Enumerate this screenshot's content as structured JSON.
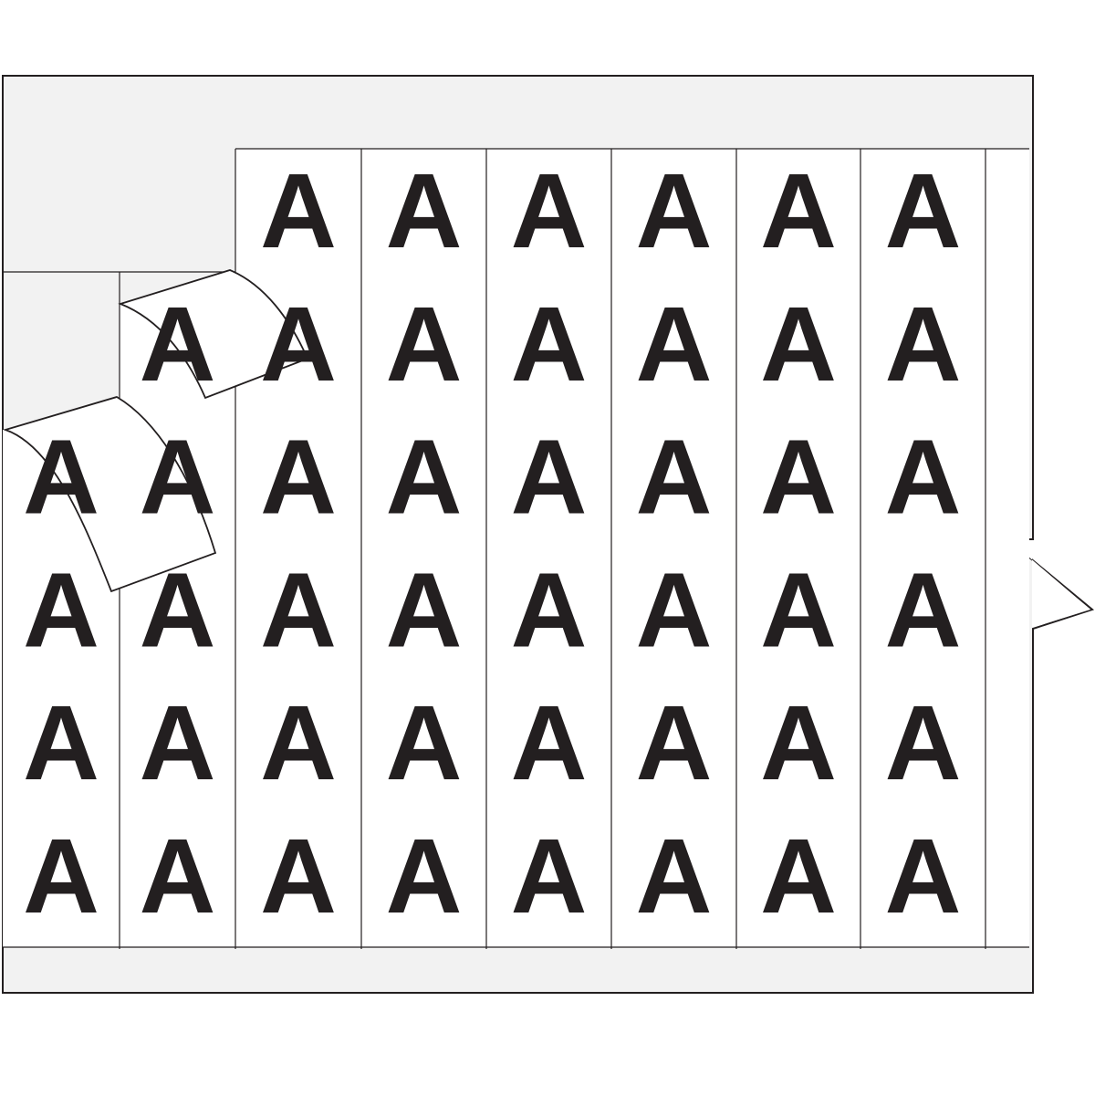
{
  "sheet": {
    "backing_color": "#f2f2f2",
    "label_color": "#ffffff",
    "ink_color": "#231f20",
    "columns": 8,
    "rows": 6,
    "labels": [
      [
        "",
        "",
        "A",
        "A",
        "A",
        "A",
        "A",
        "A"
      ],
      [
        "",
        "A",
        "A",
        "A",
        "A",
        "A",
        "A",
        "A"
      ],
      [
        "A",
        "A",
        "A",
        "A",
        "A",
        "A",
        "A",
        "A"
      ],
      [
        "A",
        "A",
        "A",
        "A",
        "A",
        "A",
        "A",
        "A"
      ],
      [
        "A",
        "A",
        "A",
        "A",
        "A",
        "A",
        "A",
        "A"
      ],
      [
        "A",
        "A",
        "A",
        "A",
        "A",
        "A",
        "A",
        "A"
      ]
    ],
    "peeled_labels": 2
  }
}
